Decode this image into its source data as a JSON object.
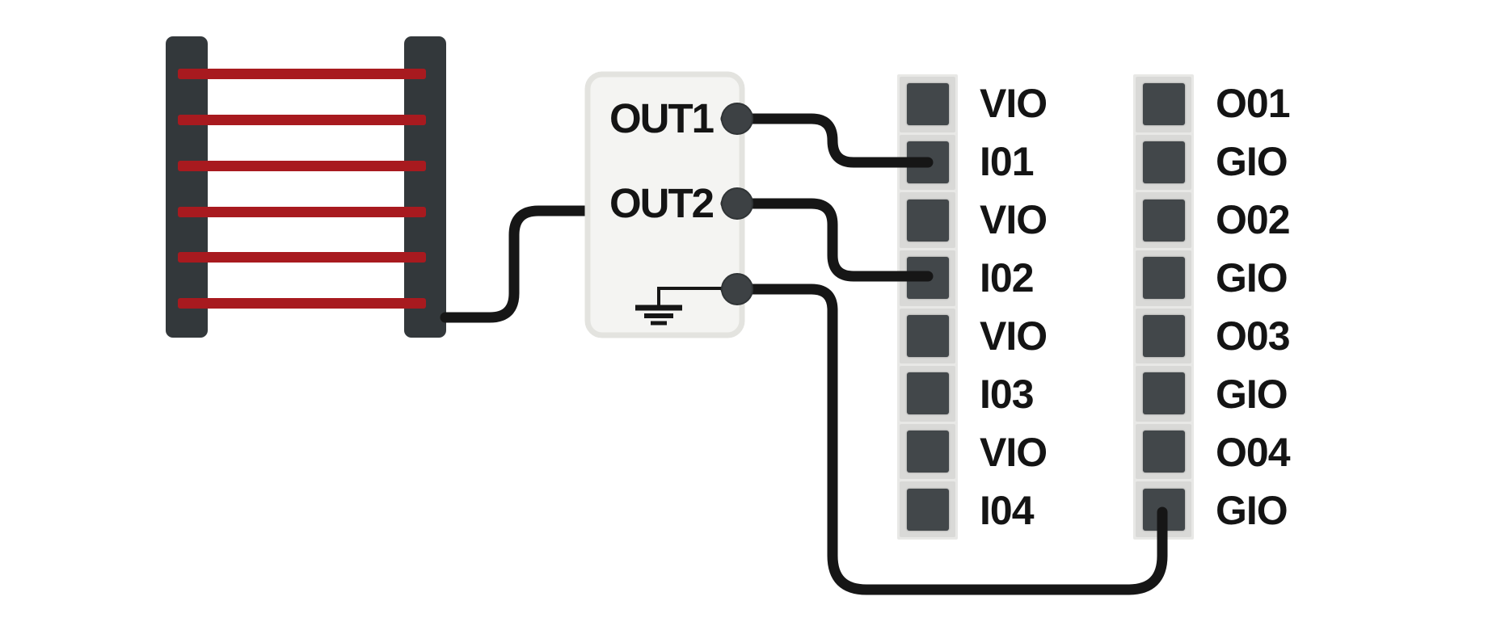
{
  "generator": {
    "out1_label": "OUT1",
    "out2_label": "OUT2",
    "ground_icon": "earth-ground-symbol"
  },
  "strips": {
    "left": {
      "rows": [
        "VIO",
        "I01",
        "VIO",
        "I02",
        "VIO",
        "I03",
        "VIO",
        "I04"
      ]
    },
    "right": {
      "rows": [
        "O01",
        "GIO",
        "O02",
        "GIO",
        "O03",
        "GIO",
        "O04",
        "GIO"
      ]
    }
  },
  "connections": [
    {
      "from": "light-curtain",
      "to": "generator-left-edge"
    },
    {
      "from": "OUT1",
      "to": "I01"
    },
    {
      "from": "OUT2",
      "to": "I02"
    },
    {
      "from": "GND",
      "to": "GIO-8"
    }
  ],
  "colors": {
    "bar": "#33383b",
    "beam": "#a81a1f",
    "wire": "#161616",
    "box-fill": "#f4f4f2",
    "box-border": "#e3e3df",
    "pin": "#3d4144",
    "pin-stroke": "#303436",
    "strip-gap": "#e8e8e6",
    "cell": "#d9d9d7",
    "pad": "#42474a",
    "text": "#141414"
  }
}
